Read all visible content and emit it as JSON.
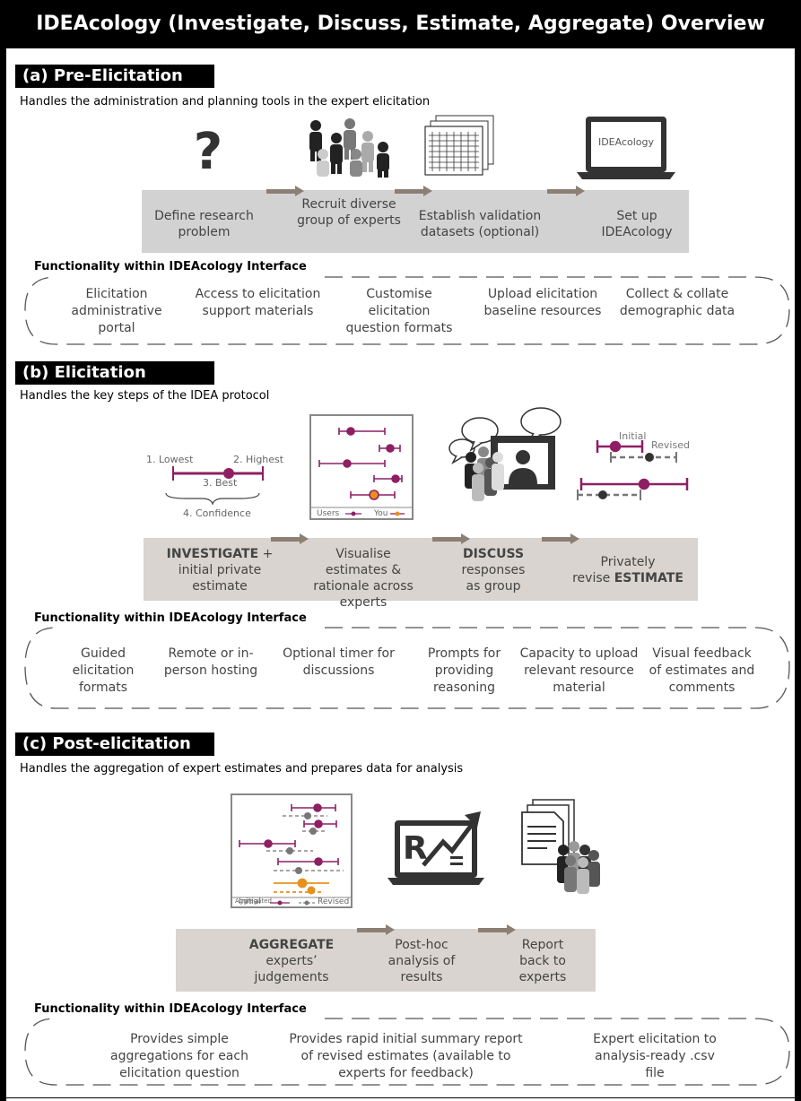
{
  "title": "IDEAcology (Investigate, Discuss, Estimate, Aggregate) Overview",
  "sections": {
    "a": {
      "label": "(a) Pre-Elicitation",
      "description": "Handles the administration and planning tools in the expert elicitation",
      "steps": [
        "Define research problem",
        "Recruit diverse group of experts",
        "Establish validation datasets (optional)",
        "Set up IDEAcology"
      ],
      "laptop_label": "IDEAcology",
      "func_title": "Functionality within IDEAcology Interface",
      "func_items": [
        "Elicitation administrative portal",
        "Access to elicitation support materials",
        "Customise elicitation question formats",
        "Upload elicitation baseline resources",
        "Collect & collate demographic data"
      ]
    },
    "b": {
      "label": "(b) Elicitation",
      "description": "Handles the key steps of the IDEA protocol",
      "estimate_labels": {
        "lowest": "1. Lowest",
        "highest": "2. Highest",
        "best": "3. Best",
        "confidence": "4. Confidence"
      },
      "chart_legend": {
        "users": "Users",
        "you": "You"
      },
      "revise_labels": {
        "initial": "Initial",
        "revised": "Revised"
      },
      "steps": {
        "s1_bold": "INVESTIGATE",
        "s1_rest_line1": " +",
        "s1_line2": "initial private",
        "s1_line3": "estimate",
        "s2": "Visualise estimates & rationale across experts",
        "s3_bold": "DISCUSS",
        "s3_line2": "responses",
        "s3_line3": "as group",
        "s4_line1": "Privately",
        "s4_line2a": "revise ",
        "s4_bold": "ESTIMATE"
      },
      "func_title": "Functionality within IDEAcology Interface",
      "func_items": [
        "Guided elicitation formats",
        "Remote or in-person hosting",
        "Optional timer for discussions",
        "Prompts for providing reasoning",
        "Capacity to upload relevant resource material",
        "Visual feedback of estimates and comments"
      ]
    },
    "c": {
      "label": "(c) Post-elicitation",
      "description": "Handles the aggregation of expert estimates and prepares data for analysis",
      "chart_legend": {
        "initial": "Initial",
        "revised": "Revised",
        "aggregated": "Aggregated"
      },
      "r_label": "R",
      "steps": {
        "s1_bold": "AGGREGATE",
        "s1_line2": "experts’",
        "s1_line3": "judgements",
        "s2": "Post-hoc analysis of results",
        "s3": "Report back to experts"
      },
      "func_title": "Functionality within IDEAcology Interface",
      "func_items": [
        "Provides simple aggregations for each elicitation question",
        "Provides rapid initial summary report of revised estimates (available to experts for feedback)",
        "Expert elicitation to analysis-ready .csv file"
      ]
    }
  },
  "colors": {
    "purple": "#8e1f63",
    "orange": "#e8901e",
    "gray_dark": "#555555",
    "gray_light": "#999999",
    "band_beige": "#d9d4cf",
    "band_gray": "#d2d2d2",
    "arrow": "#8c7f73"
  }
}
